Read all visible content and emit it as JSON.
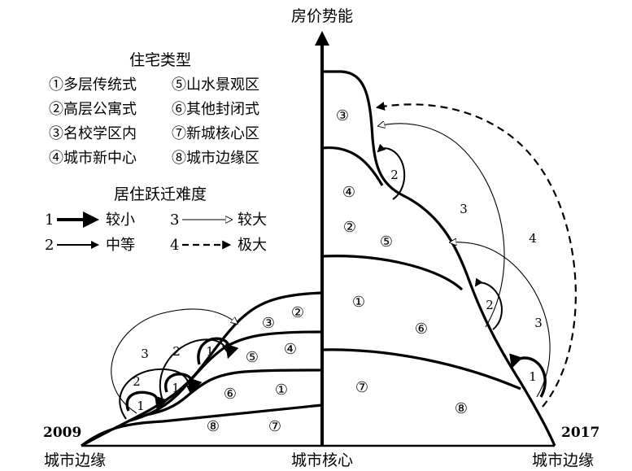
{
  "axis": {
    "y_label": "房价势能",
    "x_left_label": "城市边缘",
    "x_center_label": "城市核心",
    "x_right_label": "城市边缘",
    "year_left": "2009",
    "year_right": "2017"
  },
  "legend_types": {
    "title": "住宅类型",
    "items": [
      "①多层传统式",
      "⑤山水景观区",
      "②高层公寓式",
      "⑥其他封闭式",
      "③名校学区内",
      "⑦新城核心区",
      "④城市新中心",
      "⑧城市边缘区"
    ]
  },
  "legend_difficulty": {
    "title": "居住跃迁难度",
    "items": [
      {
        "num": "1",
        "label": "较小"
      },
      {
        "num": "3",
        "label": "较大"
      },
      {
        "num": "2",
        "label": "中等"
      },
      {
        "num": "4",
        "label": "极大"
      }
    ]
  },
  "regions_2009": [
    "③",
    "②",
    "⑤",
    "④",
    "⑥",
    "①",
    "⑧",
    "⑦"
  ],
  "regions_2017": [
    "③",
    "④",
    "②",
    "⑤",
    "①",
    "⑥",
    "⑦",
    "⑧"
  ],
  "arrow_labels_2009": [
    "3",
    "2",
    "2",
    "1",
    "1",
    "1"
  ],
  "arrow_labels_2017": [
    "2",
    "3",
    "4",
    "2",
    "3",
    "1"
  ]
}
